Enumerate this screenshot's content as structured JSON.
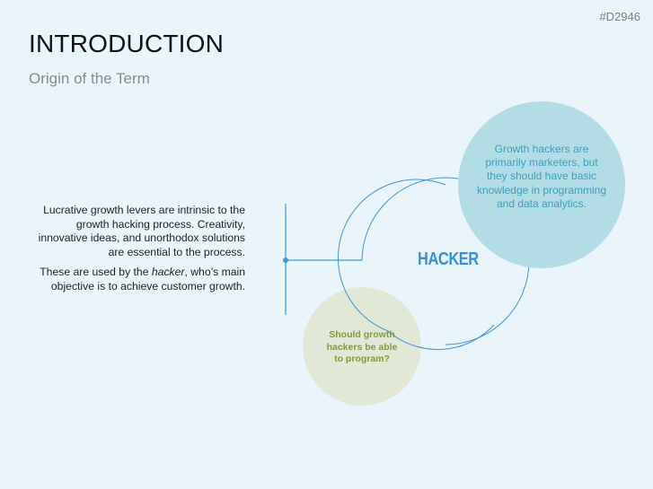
{
  "slide": {
    "id": "#D2946",
    "title": "INTRODUCTION",
    "subtitle": "Origin of the Term"
  },
  "body": {
    "paragraph1": "Lucrative growth levers are intrinsic to the growth hacking process. Creativity, innovative ideas, and unorthodox solutions are essential to the process.",
    "paragraph2_prefix": "These are used by the ",
    "paragraph2_emphasis": "hacker",
    "paragraph2_suffix": ", who’s main objective is to achieve customer growth."
  },
  "diagram": {
    "center_label": "HACKER",
    "blue_circle_text": "Growth hackers are primarily marketers, but they should have basic knowledge in programming and data analytics.",
    "green_circle_text": "Should growth hackers be able to program?",
    "colors": {
      "background": "#eaf4fb",
      "blue_circle": "#b2dde7",
      "green_circle": "#e1e9d6",
      "line": "#3d96d8",
      "hacker_label": "#3c8fcf",
      "blue_text": "#3aa0bc",
      "green_text": "#7d9a3c"
    }
  }
}
